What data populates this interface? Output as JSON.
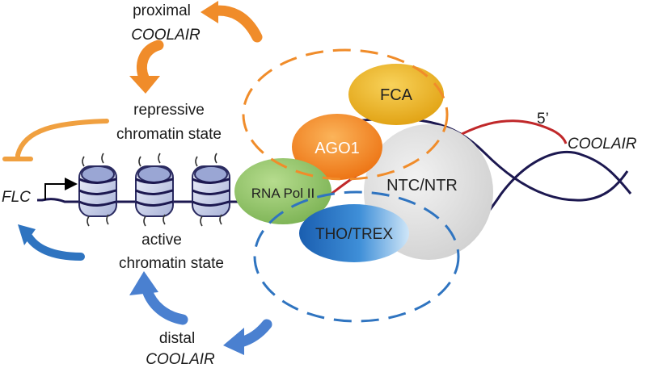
{
  "labels": {
    "proximal_line1": "proximal",
    "proximal_line2": "COOLAIR",
    "repressive_line1": "repressive",
    "repressive_line2": "chromatin state",
    "flc": "FLC",
    "active_line1": "active",
    "active_line2": "chromatin state",
    "distal_line1": "distal",
    "distal_line2": "COOLAIR",
    "five_prime": "5’",
    "coolair_right": "COOLAIR"
  },
  "complexes": {
    "fca": "FCA",
    "ago1": "AGO1",
    "rna_pol": "RNA Pol II",
    "ntc": "NTC/NTR",
    "tho": "THO/TREX"
  },
  "colors": {
    "orange": "#f08c2a",
    "blue": "#2f74c0",
    "dna": "#1c1850",
    "rna": "#c0282a",
    "fca": "#e8a818",
    "ago1": "#f07a18",
    "rna_pol": "#8cc060",
    "ntc": "#dcdcdc",
    "tho": "#2a78c8"
  }
}
